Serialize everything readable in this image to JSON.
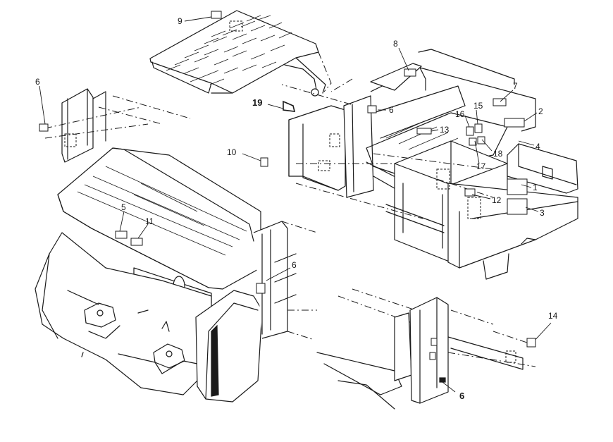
{
  "callouts": [
    {
      "id": "c1",
      "text": "1"
    },
    {
      "id": "c2",
      "text": "2"
    },
    {
      "id": "c3",
      "text": "3"
    },
    {
      "id": "c4",
      "text": "4"
    },
    {
      "id": "c5",
      "text": "5"
    },
    {
      "id": "c6a",
      "text": "6"
    },
    {
      "id": "c6b",
      "text": "6"
    },
    {
      "id": "c6c",
      "text": "6"
    },
    {
      "id": "c6d",
      "text": "6"
    },
    {
      "id": "c7",
      "text": "7"
    },
    {
      "id": "c8",
      "text": "8"
    },
    {
      "id": "c9",
      "text": "9"
    },
    {
      "id": "c10",
      "text": "10"
    },
    {
      "id": "c11",
      "text": "11"
    },
    {
      "id": "c12",
      "text": "12"
    },
    {
      "id": "c13",
      "text": "13"
    },
    {
      "id": "c14",
      "text": "14"
    },
    {
      "id": "c15",
      "text": "15"
    },
    {
      "id": "c16",
      "text": "16"
    },
    {
      "id": "c17",
      "text": "17"
    },
    {
      "id": "c18",
      "text": "18"
    },
    {
      "id": "c19",
      "text": "19"
    }
  ]
}
